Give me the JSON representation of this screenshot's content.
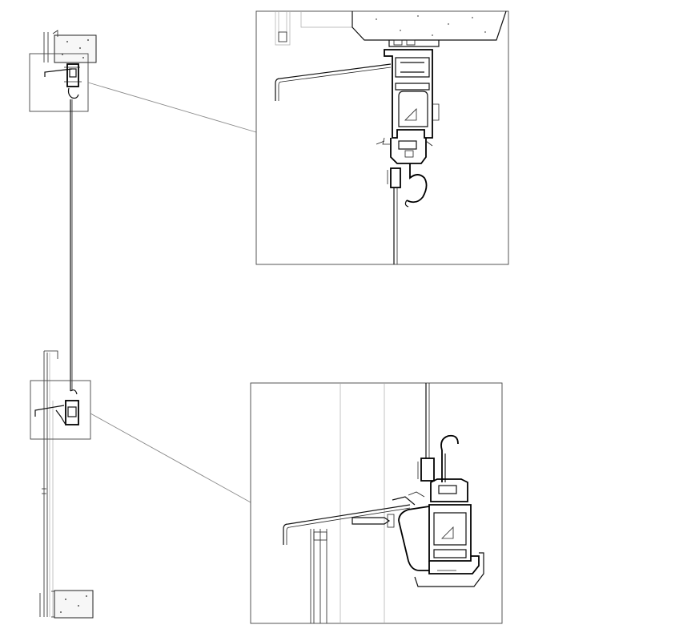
{
  "drawing": {
    "colors": {
      "line": "#111111",
      "leader": "#8a8a8a",
      "background": "#ffffff"
    },
    "views": [
      {
        "id": "overview",
        "kind": "full-height elevation"
      },
      {
        "id": "detail-top",
        "kind": "enlarged head detail"
      },
      {
        "id": "detail-bottom",
        "kind": "enlarged sill detail"
      }
    ]
  }
}
